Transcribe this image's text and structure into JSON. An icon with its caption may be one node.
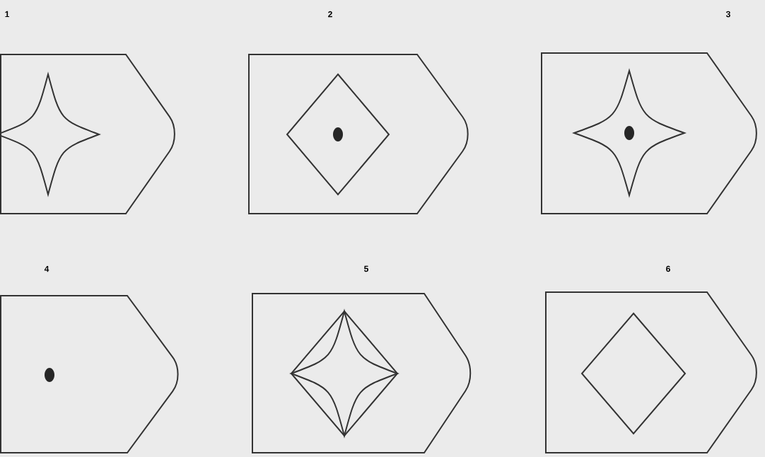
{
  "diagram": {
    "nodes": [
      {
        "text": [
          "1"
        ]
      },
      {
        "text": [
          "2"
        ]
      },
      {
        "text": [
          "3"
        ]
      },
      {
        "text": [
          "4"
        ]
      },
      {
        "text": [
          "5"
        ]
      },
      {
        "text": [
          "6"
        ]
      }
    ]
  }
}
